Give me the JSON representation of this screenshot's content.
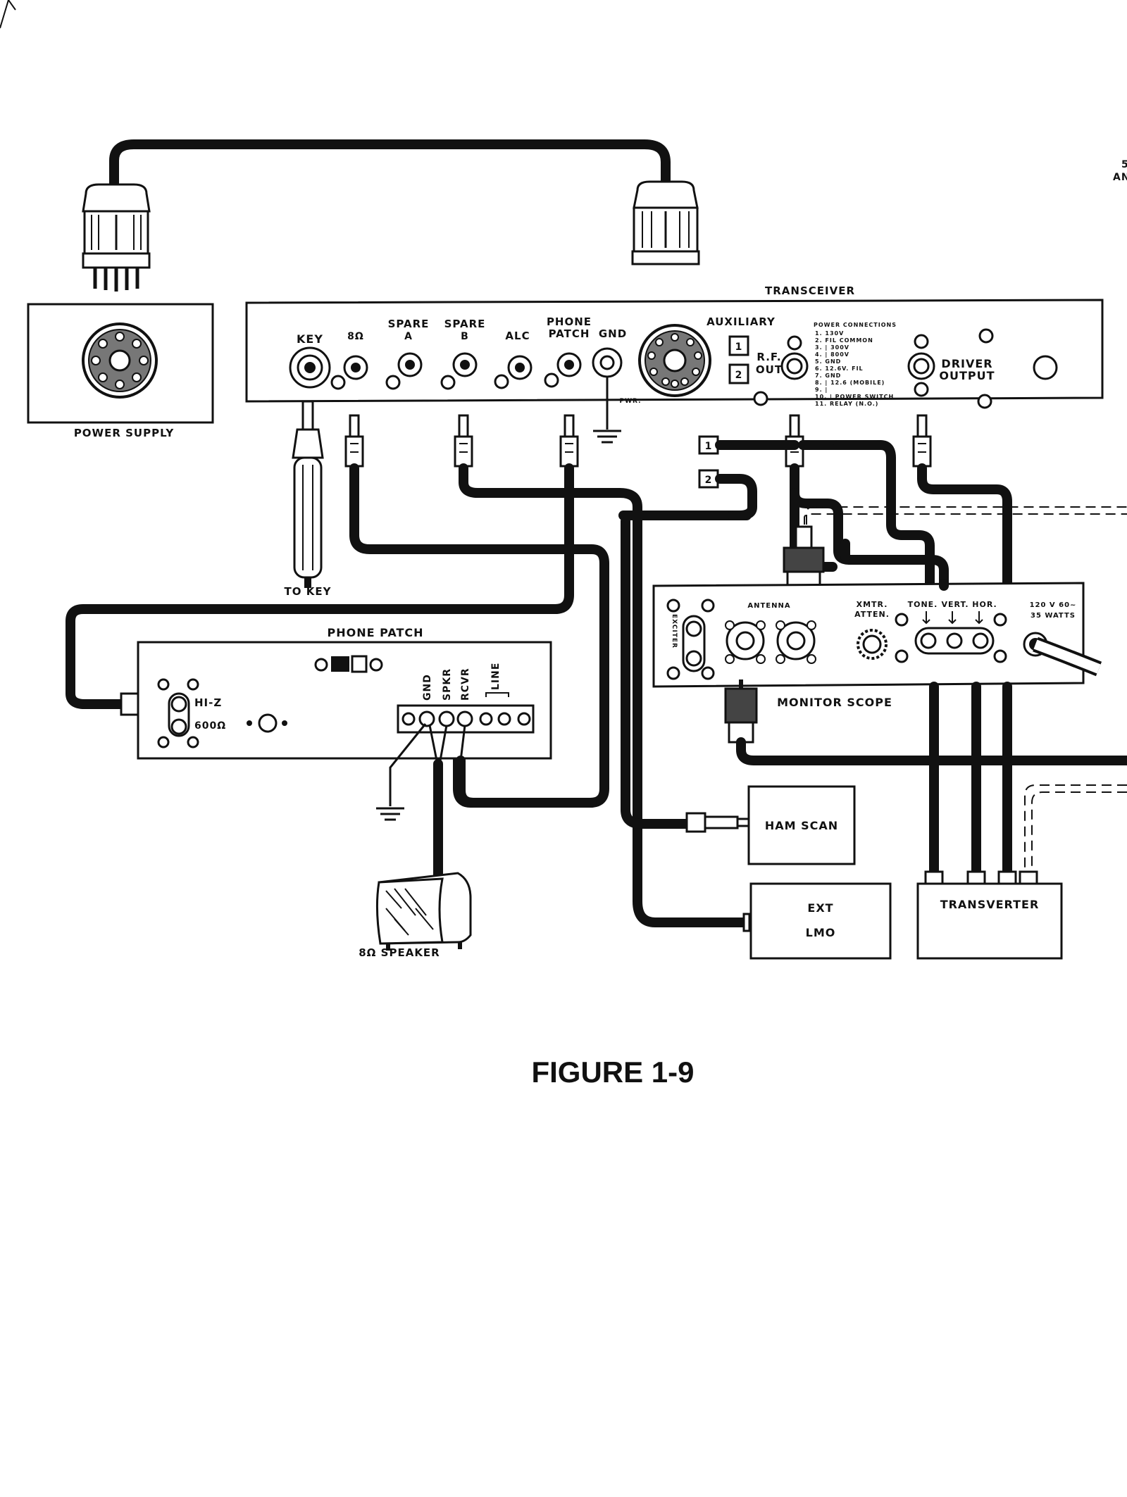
{
  "figure": {
    "caption": "FIGURE 1-9"
  },
  "power_supply": {
    "label": "POWER SUPPLY"
  },
  "transceiver": {
    "title": "TRANSCEIVER",
    "jacks": {
      "key": "KEY",
      "eight_ohm": "8Ω",
      "spare_a_top": "SPARE",
      "spare_a_bottom": "A",
      "spare_b_top": "SPARE",
      "spare_b_bottom": "B",
      "alc": "ALC",
      "phone_patch_top": "PHONE",
      "phone_patch_bottom": "PATCH",
      "gnd": "GND",
      "pwr": "PWR.",
      "auxiliary": "AUXILIARY",
      "rf_out_top": "R.F.",
      "rf_out_bottom": "OUT",
      "driver_output_top": "DRIVER",
      "driver_output_bottom": "OUTPUT",
      "terminal_1": "1",
      "terminal_2": "2"
    },
    "power_connections": {
      "title": "POWER CONNECTIONS",
      "items": [
        "1.    130V",
        "2. FIL COMMON",
        "3. | 300V",
        "4. | 800V",
        "5. GND",
        "6. 12.6V. FIL",
        "7. GND",
        "8. | 12.6 (MOBILE)",
        "9. |",
        "10. | POWER SWITCH",
        "11. RELAY (N.O.)"
      ]
    }
  },
  "cable_tags": {
    "tag_1": "1",
    "tag_2": "2"
  },
  "to_key": "TO KEY",
  "phone_patch": {
    "title": "PHONE PATCH",
    "hi_z": "HI-Z",
    "ohm600": "600Ω",
    "terminals": {
      "gnd": "GND",
      "spkr": "SPKR",
      "rcvr": "RCVR",
      "line": "LINE"
    }
  },
  "speaker": {
    "label": "8Ω  SPEAKER"
  },
  "monitor_scope": {
    "title": "MONITOR SCOPE",
    "exciter": "EXCITER",
    "antenna": "ANTENNA",
    "xmtr_top": "XMTR.",
    "xmtr_bottom": "ATTEN.",
    "tone": "TONE.",
    "vert": "VERT.",
    "hor": "HOR.",
    "power_top": "120 V  60~",
    "power_bottom": "35 WATTS"
  },
  "ham_scan": {
    "label": "HAM SCAN"
  },
  "ext_lmo": {
    "line1": "EXT",
    "line2": "LMO"
  },
  "transverter": {
    "label": "TRANSVERTER"
  },
  "edge_text": {
    "line1": "5",
    "line2": "AN"
  }
}
